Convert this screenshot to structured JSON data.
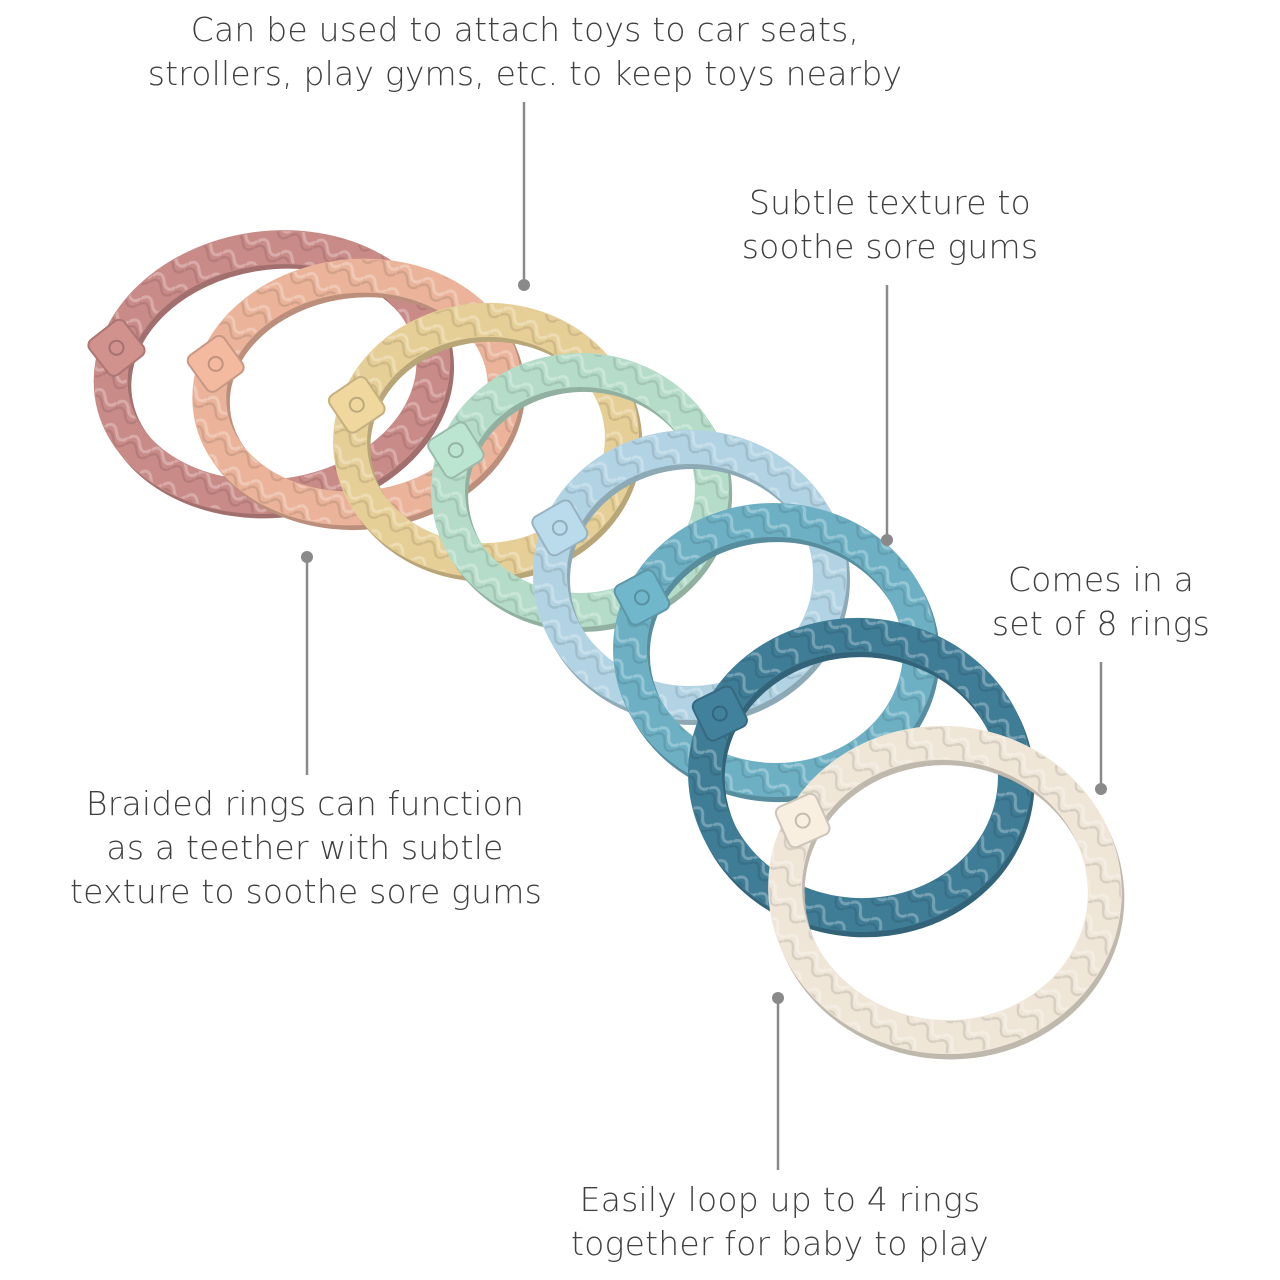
{
  "callouts": {
    "attach": {
      "line1": "Can be used to attach toys to car seats,",
      "line2": "strollers, play gyms, etc. to keep toys nearby"
    },
    "texture": {
      "line1": "Subtle texture to",
      "line2": "soothe sore gums"
    },
    "set": {
      "line1": "Comes in a",
      "line2": "set of 8 rings"
    },
    "braided": {
      "line1": "Braided rings can function",
      "line2": "as a teether with subtle",
      "line3": "texture to soothe sore gums"
    },
    "loop": {
      "line1": "Easily loop up to 4 rings",
      "line2": "together for baby to play"
    }
  },
  "rings": [
    {
      "name": "dusty-rose",
      "color": "#c98b88"
    },
    {
      "name": "peach",
      "color": "#eab39a"
    },
    {
      "name": "butter",
      "color": "#e6cf97"
    },
    {
      "name": "mint",
      "color": "#b5dcc9"
    },
    {
      "name": "sky",
      "color": "#b2d3e3"
    },
    {
      "name": "aqua",
      "color": "#6db0c4"
    },
    {
      "name": "ocean",
      "color": "#3f7c96"
    },
    {
      "name": "cream",
      "color": "#efe6d8"
    }
  ],
  "colors": {
    "text": "#3f3f3f",
    "leader": "#8a8a8a",
    "background": "#ffffff"
  }
}
